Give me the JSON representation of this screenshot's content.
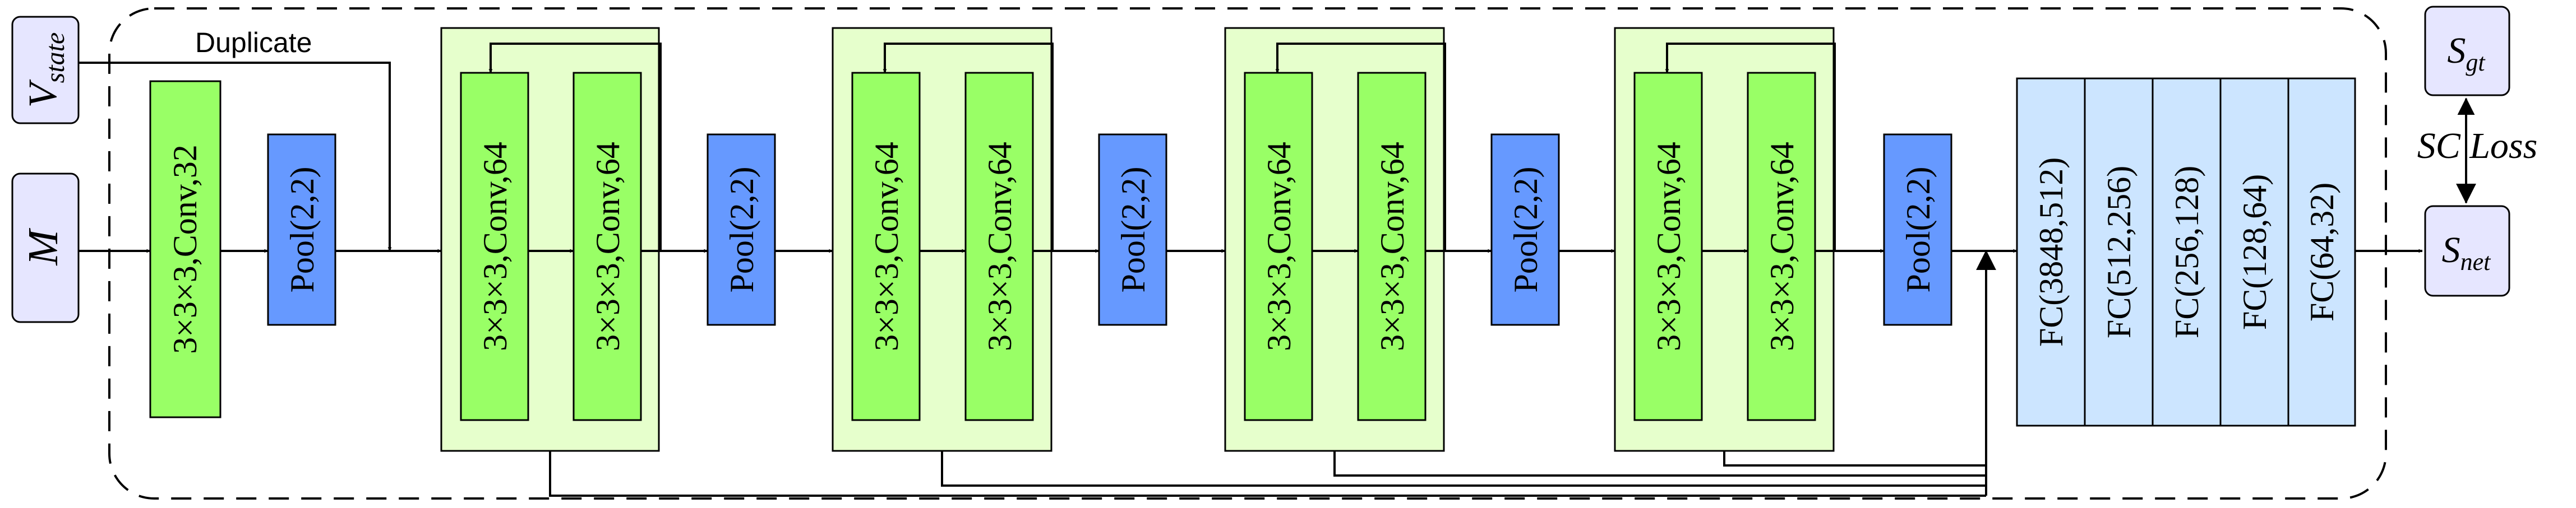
{
  "inputs": {
    "v_main": "V",
    "v_sub": "state",
    "m": "M"
  },
  "duplicate_label": "Duplicate",
  "first_conv": "3×3×3,Conv,32",
  "pool_label": "Pool(2,2)",
  "res_conv": "3×3×3,Conv,64",
  "fc_layers": [
    "FC(3848,512)",
    "FC(512,256)",
    "FC(256,128)",
    "FC(128,64)",
    "FC(64,32)"
  ],
  "outputs": {
    "s_gt_main": "S",
    "s_gt_sub": "gt",
    "s_net_main": "S",
    "s_net_sub": "net"
  },
  "loss_label": "SC Loss",
  "colors": {
    "conv_fill": "#99FF66",
    "pool_fill": "#6699FF",
    "block_fill": "#E6FFCC",
    "fc_fill": "#CCE5FF",
    "io_fill": "#E6E6FF"
  }
}
